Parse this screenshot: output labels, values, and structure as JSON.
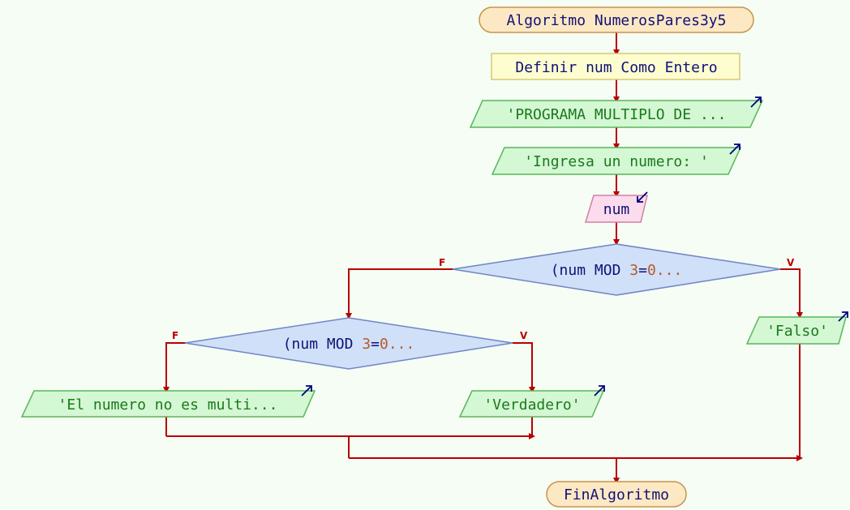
{
  "diagram": {
    "start": "Algoritmo NumerosPares3y5",
    "define": "Definir num Como Entero",
    "write1": "'PROGRAMA MULTIPLO DE ...",
    "write2": "'Ingresa un numero: '",
    "read": "num",
    "cond1": {
      "parts": [
        "(num ",
        "MOD",
        " ",
        "3",
        "=",
        "0",
        "..."
      ],
      "true_label": "V",
      "false_label": "F"
    },
    "cond2": {
      "parts": [
        "(num ",
        "MOD",
        " ",
        "3",
        "=",
        "0",
        "..."
      ],
      "true_label": "V",
      "false_label": "F"
    },
    "write_falso": "'Falso'",
    "write_no_multi": "'El numero no es multi...",
    "write_verdadero": "'Verdadero'",
    "end": "FinAlgoritmo"
  },
  "colors": {
    "background": "#f5fdf5",
    "arrow": "#b80000",
    "terminal_fill": "#fde8c4",
    "terminal_stroke": "#c8944a",
    "process_fill": "#fdfdd0",
    "process_stroke": "#d8c870",
    "output_fill": "#d4f7d4",
    "output_stroke": "#5ab55a",
    "output_text": "#1a7a1a",
    "input_fill": "#fcdcec",
    "input_stroke": "#d080a0",
    "decision_fill": "#d0e0f8",
    "decision_stroke": "#6f86c4",
    "keyword_text": "#111177",
    "number_text": "#b85a2a",
    "io_arrow": "#000080"
  }
}
